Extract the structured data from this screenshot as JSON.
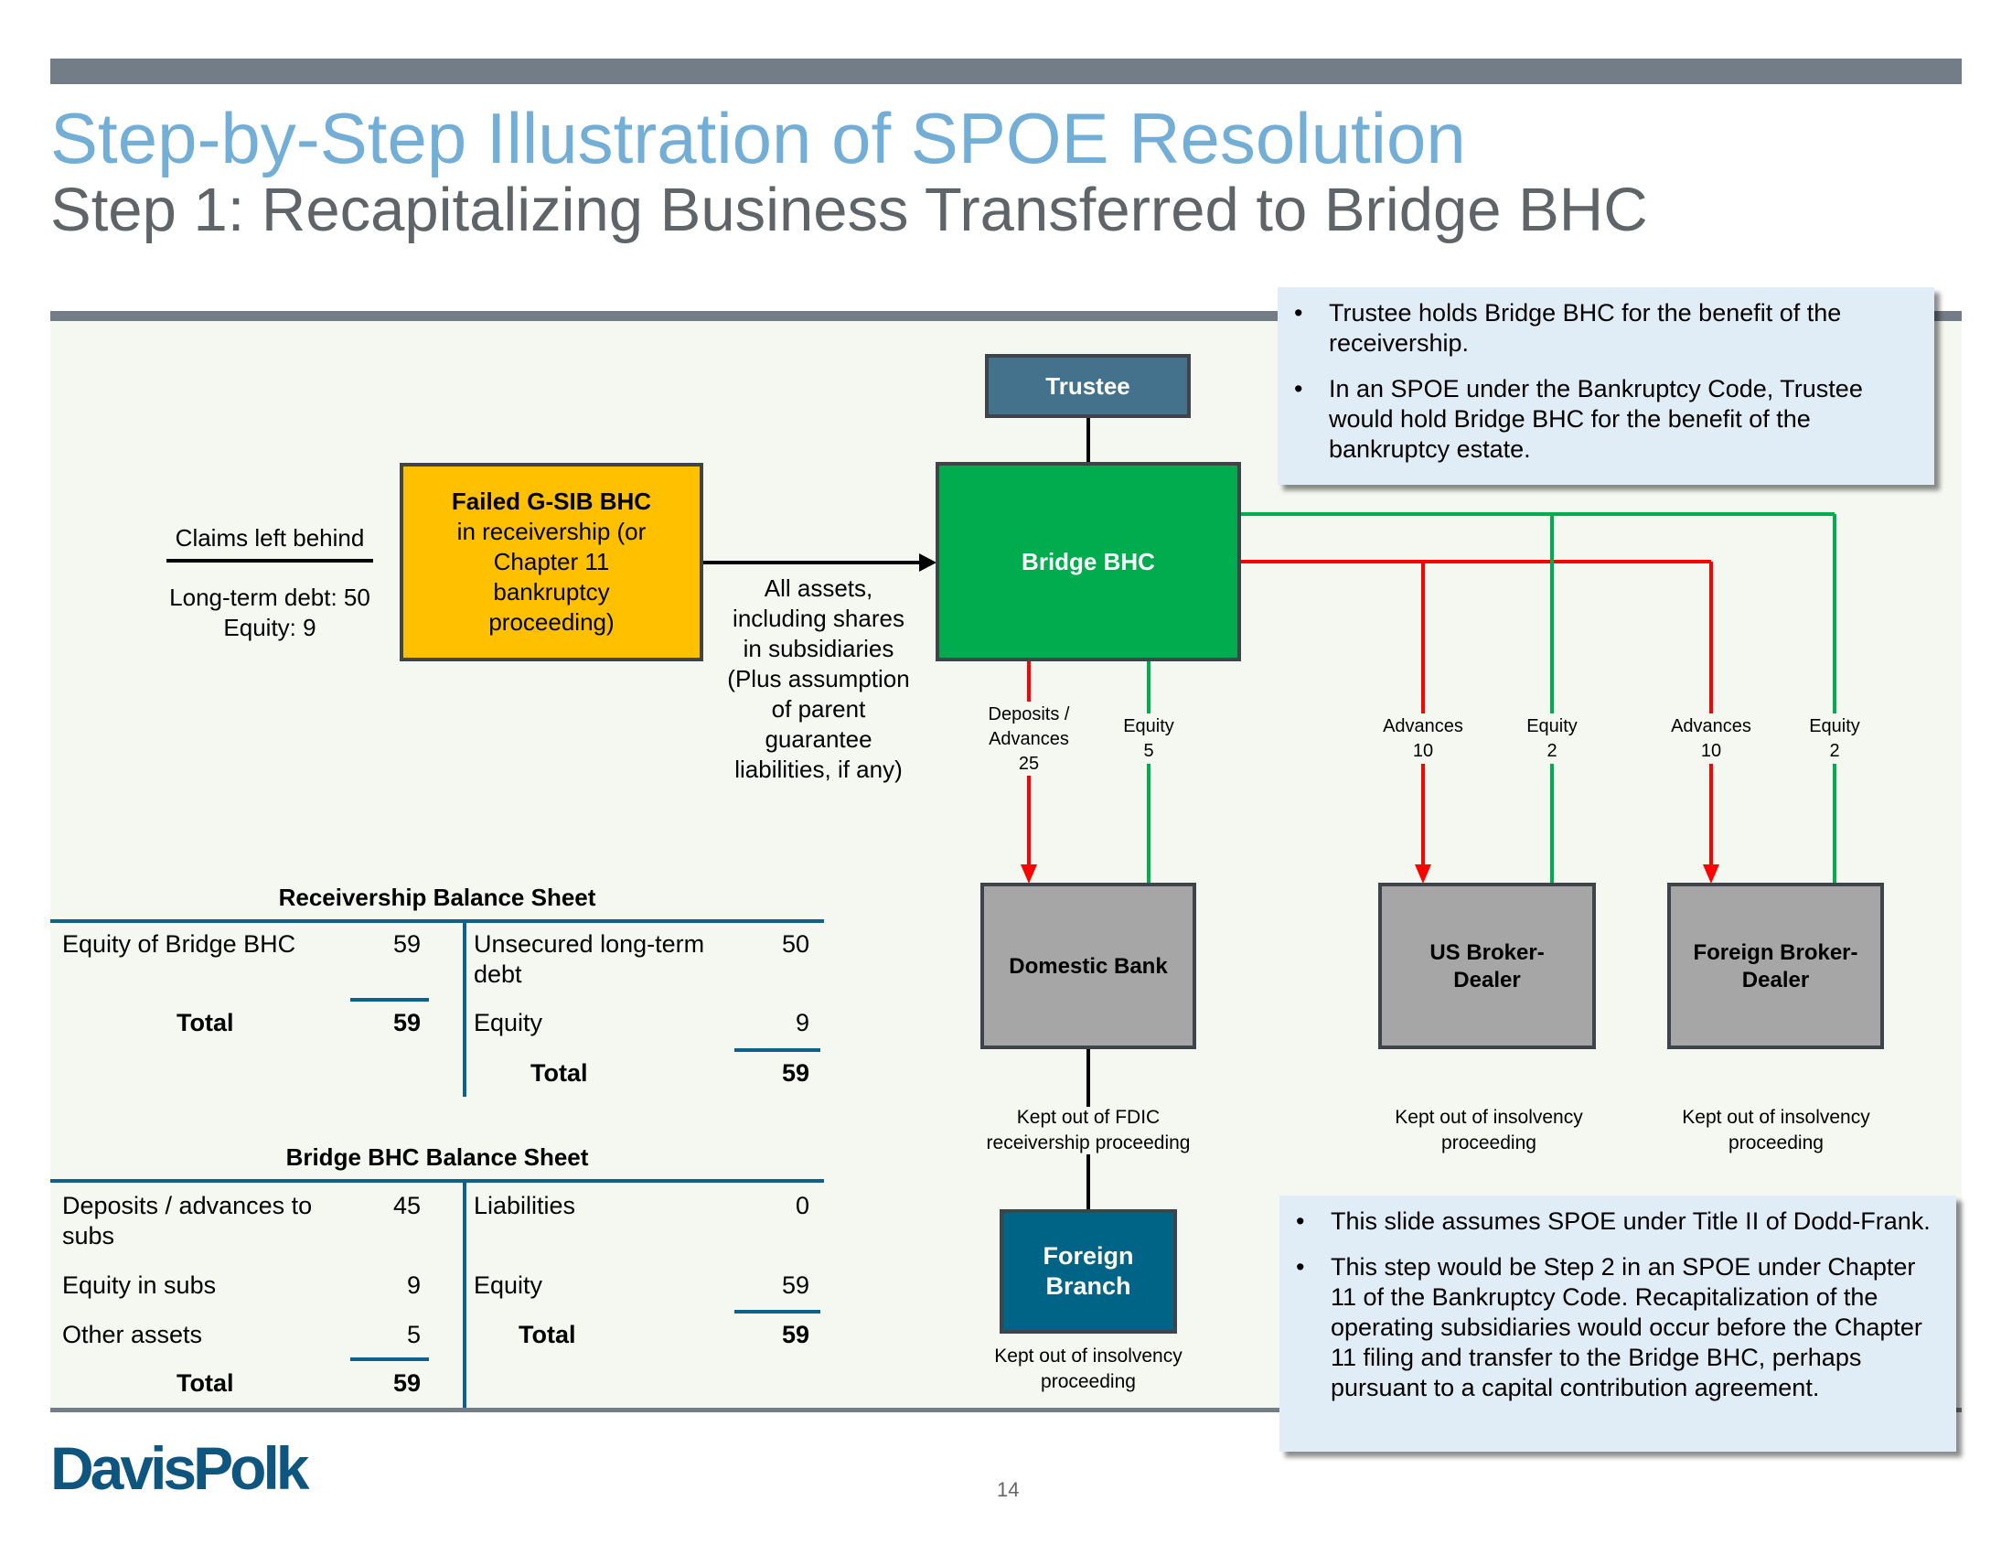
{
  "header": {
    "title": "Step-by-Step Illustration of SPOE Resolution",
    "subtitle": "Step 1: Recapitalizing Business Transferred to Bridge BHC"
  },
  "colors": {
    "title_blue": "#72AED6",
    "subtitle_gray": "#5F6469",
    "bar_gray": "#737D87",
    "panel_bg": "#F5F8F1",
    "trustee_fill": "#44728C",
    "failed_fill": "#FFC000",
    "bridge_fill": "#00AC4E",
    "sub_fill": "#A6A6A6",
    "branch_fill": "#006486",
    "advance_line": "#FF0000",
    "equity_line": "#00AC4E",
    "rule_blue": "#0E6188",
    "callout_bg": "#E1EDF6"
  },
  "diagram": {
    "claims": {
      "heading": "Claims left behind",
      "lines": [
        "Long-term debt: 50",
        "Equity: 9"
      ]
    },
    "failed_box": {
      "title": "Failed G-SIB BHC",
      "lines": [
        "in receivership (or",
        "Chapter 11",
        "bankruptcy",
        "proceeding)"
      ]
    },
    "transfer_label": [
      "All assets,",
      "including shares",
      "in subsidiaries",
      "(Plus assumption",
      "of parent",
      "guarantee",
      "liabilities, if any)"
    ],
    "trustee": "Trustee",
    "bridge": "Bridge BHC",
    "flows": [
      {
        "type": "advance",
        "label": [
          "Deposits /",
          "Advances",
          "25"
        ],
        "to": "Domestic Bank"
      },
      {
        "type": "equity",
        "label": [
          "Equity",
          "5"
        ],
        "to": "Domestic Bank"
      },
      {
        "type": "advance",
        "label": [
          "Advances",
          "10"
        ],
        "to": "US Broker-Dealer"
      },
      {
        "type": "equity",
        "label": [
          "Equity",
          "2"
        ],
        "to": "US Broker-Dealer"
      },
      {
        "type": "advance",
        "label": [
          "Advances",
          "10"
        ],
        "to": "Foreign Broker-Dealer"
      },
      {
        "type": "equity",
        "label": [
          "Equity",
          "2"
        ],
        "to": "Foreign Broker-Dealer"
      }
    ],
    "subsidiaries": [
      {
        "name": [
          "Domestic Bank"
        ],
        "note": [
          "Kept out of FDIC",
          "receivership proceeding"
        ]
      },
      {
        "name": [
          "US Broker-",
          "Dealer"
        ],
        "note": [
          "Kept out of insolvency",
          "proceeding"
        ]
      },
      {
        "name": [
          "Foreign Broker-",
          "Dealer"
        ],
        "note": [
          "Kept out of insolvency",
          "proceeding"
        ]
      }
    ],
    "branch": {
      "name": [
        "Foreign",
        "Branch"
      ],
      "note": [
        "Kept out of insolvency",
        "proceeding"
      ]
    }
  },
  "callouts": {
    "top": [
      "Trustee holds Bridge BHC for the benefit of the receivership.",
      "In an SPOE under the Bankruptcy Code, Trustee would hold Bridge BHC for the benefit of the bankruptcy estate."
    ],
    "bottom": [
      "This slide assumes SPOE under Title II of Dodd-Frank.",
      "This step would be Step 2 in an SPOE under Chapter 11 of the Bankruptcy Code. Recapitalization of the operating subsidiaries would occur before the Chapter 11 filing and transfer to the Bridge BHC, perhaps pursuant to a capital contribution agreement."
    ],
    "bullet": "•"
  },
  "receivership_bs": {
    "title": "Receivership Balance Sheet",
    "assets": [
      {
        "label": "Equity of Bridge BHC",
        "value": "59"
      }
    ],
    "assets_total": {
      "label": "Total",
      "value": "59"
    },
    "liabilities": [
      {
        "label": "Unsecured long-term debt",
        "value": "50"
      },
      {
        "label": "Equity",
        "value": "9"
      }
    ],
    "liabilities_total": {
      "label": "Total",
      "value": "59"
    }
  },
  "bridge_bs": {
    "title": "Bridge BHC Balance Sheet",
    "assets": [
      {
        "label": "Deposits / advances to subs",
        "value": "45"
      },
      {
        "label": "Equity in subs",
        "value": "9"
      },
      {
        "label": "Other assets",
        "value": "5"
      }
    ],
    "assets_total": {
      "label": "Total",
      "value": "59"
    },
    "liabilities": [
      {
        "label": "Liabilities",
        "value": "0"
      },
      {
        "label": "Equity",
        "value": "59"
      }
    ],
    "liabilities_total": {
      "label": "Total",
      "value": "59"
    }
  },
  "footer": {
    "logo": "DavisPolk",
    "page_number": "14"
  }
}
